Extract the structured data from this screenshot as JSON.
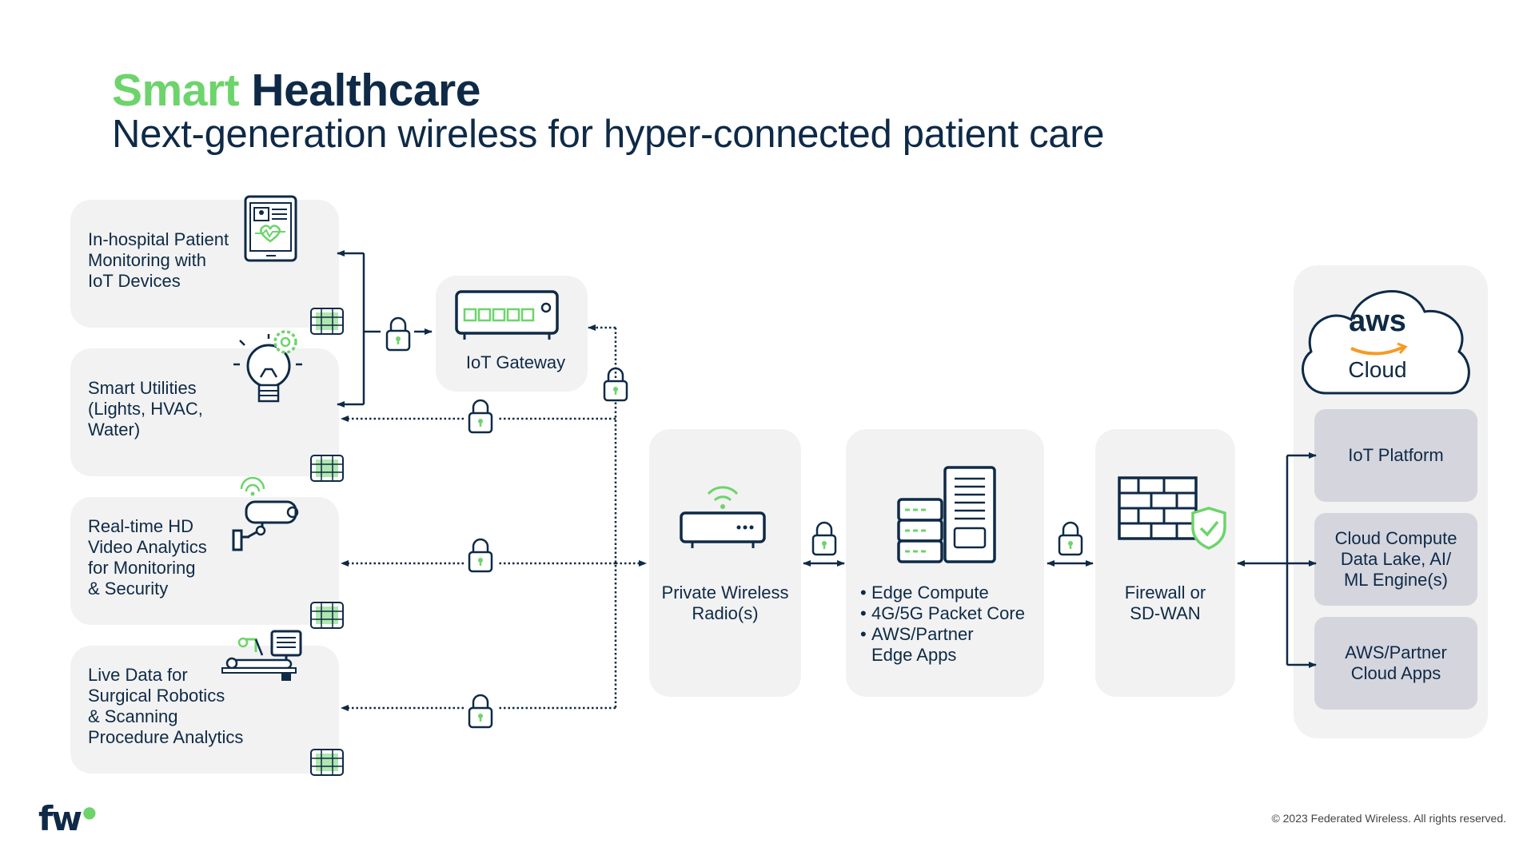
{
  "title": {
    "accent": "Smart",
    "rest": "Healthcare"
  },
  "subtitle": "Next-generation wireless for hyper-connected patient care",
  "devices": [
    {
      "label": "In-hospital Patient\nMonitoring with\nIoT Devices"
    },
    {
      "label": "Smart Utilities\n(Lights, HVAC,\nWater)"
    },
    {
      "label": "Real-time HD\nVideo Analytics\nfor Monitoring\n& Security"
    },
    {
      "label": "Live Data for\nSurgical Robotics\n& Scanning\nProcedure Analytics"
    }
  ],
  "gateway": {
    "label": "IoT Gateway"
  },
  "radio": {
    "label": "Private Wireless\nRadio(s)"
  },
  "edge": {
    "items": [
      "Edge Compute",
      "4G/5G Packet Core",
      "AWS/Partner\nEdge Apps"
    ]
  },
  "firewall": {
    "label": "Firewall or\nSD-WAN"
  },
  "cloud": {
    "brand": "aws",
    "label": "Cloud",
    "services": [
      "IoT Platform",
      "Cloud Compute\nData Lake, AI/\nML Engine(s)",
      "AWS/Partner\nCloud Apps"
    ]
  },
  "logo": {
    "text": "fw"
  },
  "footer": "© 2023 Federated Wireless. All rights reserved.",
  "colors": {
    "navy": "#0e2a47",
    "green": "#6dd46b",
    "card": "#f2f2f2",
    "service": "#d5d5de"
  }
}
